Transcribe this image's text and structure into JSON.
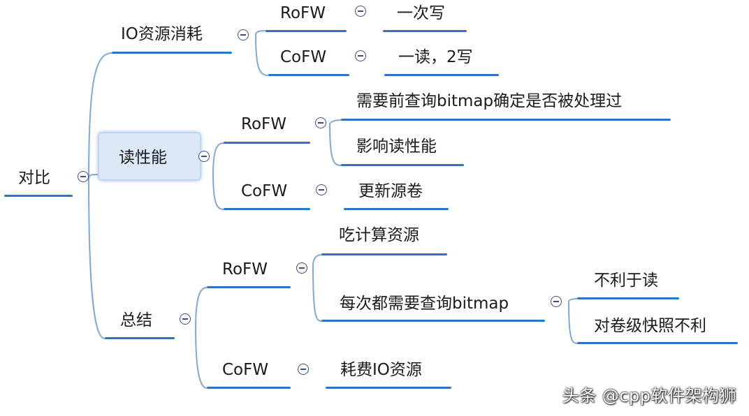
{
  "colors": {
    "underline": "#2f72c8",
    "connector": "#7fa8d9",
    "toggle": "#3a4f8f",
    "selection": "#dbe8f6"
  },
  "mindmap": {
    "root": "对比",
    "io_consumption": {
      "label": "IO资源消耗",
      "rofw": {
        "label": "RoFW",
        "detail": "一次写"
      },
      "cofw": {
        "label": "CoFW",
        "detail": "一读，2写"
      }
    },
    "read_performance": {
      "label": "读性能",
      "rofw": {
        "label": "RoFW",
        "details": [
          "需要前查询bitmap确定是否被处理过",
          "影响读性能"
        ]
      },
      "cofw": {
        "label": "CoFW",
        "detail": "更新源卷"
      }
    },
    "summary": {
      "label": "总结",
      "rofw": {
        "label": "RoFW",
        "compute": "吃计算资源",
        "bitmap": {
          "label": "每次都需要查询bitmap",
          "details": [
            "不利于读",
            "对卷级快照不利"
          ]
        }
      },
      "cofw": {
        "label": "CoFW",
        "detail": "耗费IO资源"
      }
    }
  },
  "watermark": "头条 @cpp软件架构狮"
}
